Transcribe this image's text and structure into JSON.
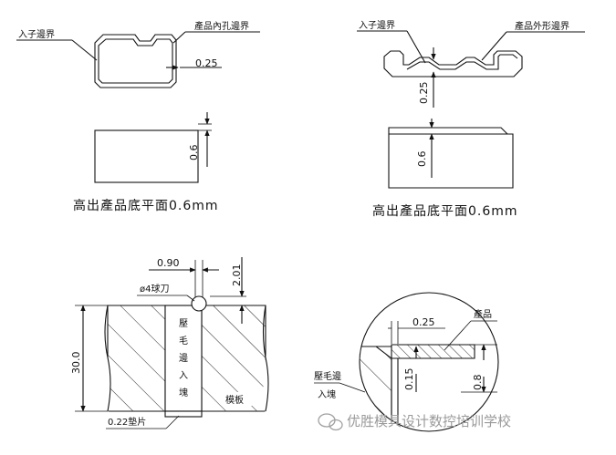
{
  "diagram": {
    "top_left": {
      "label_insert_boundary": "入子邊界",
      "label_inner_hole_boundary": "產品內孔邊界",
      "dim_offset": "0.25",
      "dim_height": "0.6",
      "caption": "高出產品底平面0.6mm"
    },
    "top_right": {
      "label_insert_boundary": "入子邊界",
      "label_outer_boundary": "產品外形邊界",
      "dim_offset": "0.25",
      "dim_height": "0.6",
      "caption": "高出產品底平面0.6mm"
    },
    "bottom_left": {
      "dim_width": "0.90",
      "dim_depth": "2.01",
      "label_ball_cutter": "ø4球刀",
      "dim_height": "30.0",
      "insert_text_chars": [
        "壓",
        "毛",
        "邊",
        "入",
        "塊"
      ],
      "label_mold_plate": "模板",
      "label_shim": "0.22墊片"
    },
    "bottom_right": {
      "dim_offset": "0.25",
      "label_product": "產品",
      "label_burr_insert_line1": "壓毛邊",
      "label_burr_insert_line2": "入塊",
      "dim_small": "0.15",
      "dim_total": "0.8"
    },
    "watermark": "优胜模具设计数控培训学校"
  }
}
